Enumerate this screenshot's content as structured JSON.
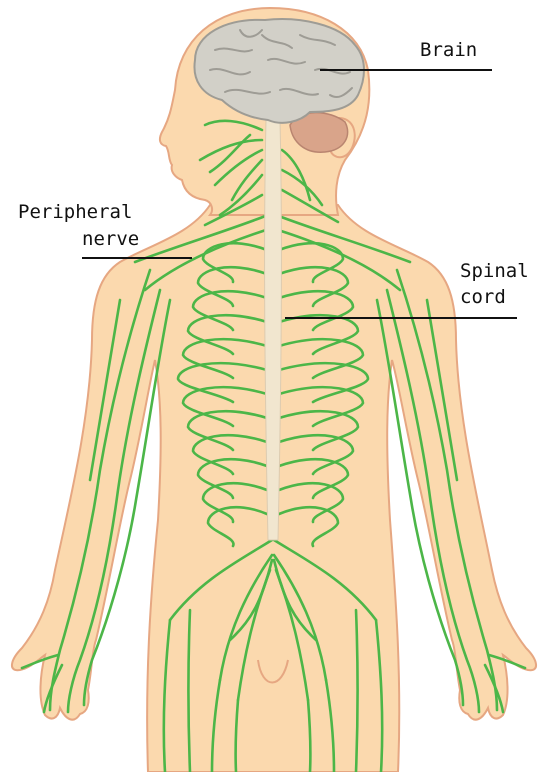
{
  "labels": {
    "brain": "Brain",
    "peripheral_line1": "Peripheral",
    "peripheral_line2": "nerve",
    "spinal_line1": "Spinal",
    "spinal_line2": "cord"
  },
  "colors": {
    "skin_fill": "#fbd9ae",
    "skin_outline": "#e6a782",
    "nerve": "#4cb648",
    "brain_fill": "#d2d0c8",
    "brain_fold": "#9e9c95",
    "cerebellum": "#d9a48a",
    "spinal_cord": "#f1e6cf",
    "label_text": "#111111"
  }
}
